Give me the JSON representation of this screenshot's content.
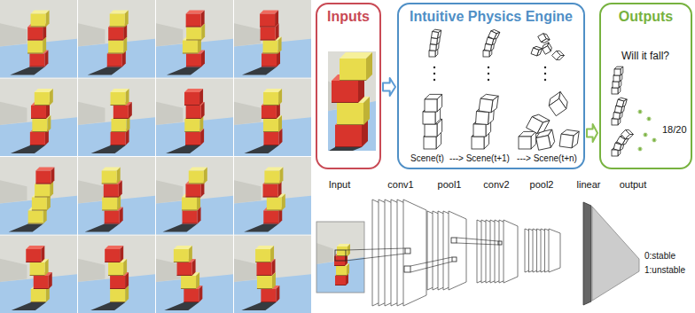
{
  "diagram": {
    "nodes": [
      {
        "text": [
          "Inputs"
        ]
      },
      {
        "text": [
          "Intuitive Physics Engine"
        ]
      },
      {
        "text": [
          "Outputs"
        ]
      }
    ],
    "edges": [
      {
        "from": 0,
        "to": 1,
        "arrow": "to"
      },
      {
        "from": 1,
        "to": 2,
        "arrow": "to"
      }
    ],
    "labels": [
      "Scene(t)",
      "---> Scene(t+1)",
      "---> Scene(t+n)",
      "Will it fall?",
      "18/20",
      "Input",
      "conv1",
      "pool1",
      "conv2",
      "pool2",
      "linear",
      "output",
      "0:stable",
      "1:unstable"
    ]
  }
}
